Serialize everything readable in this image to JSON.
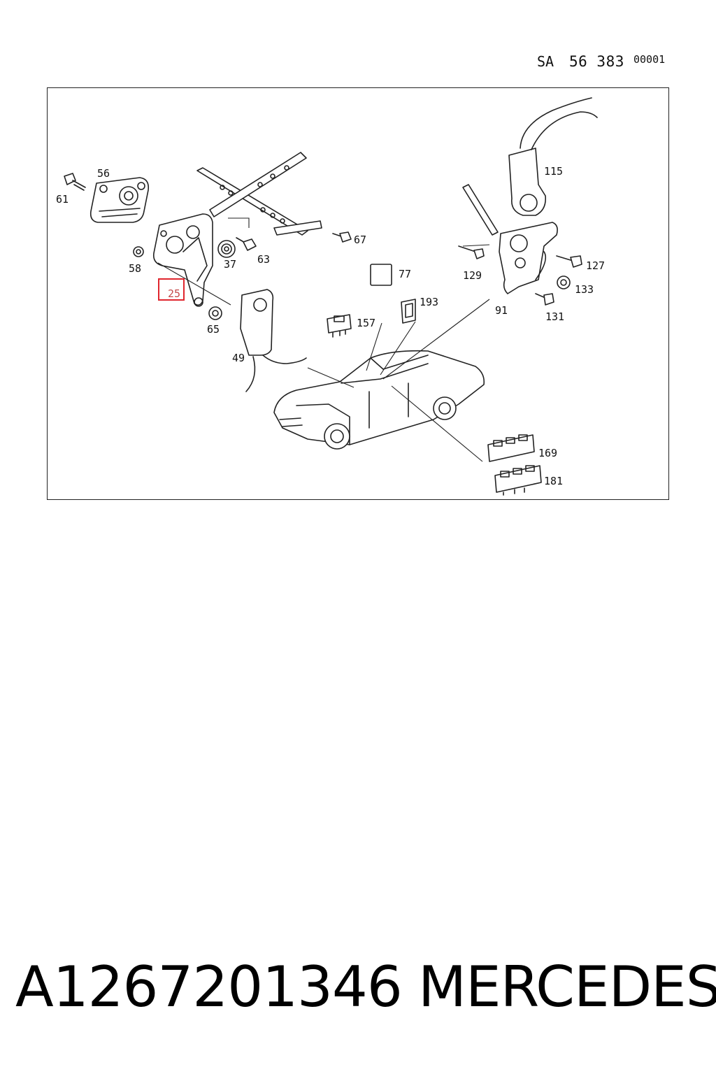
{
  "sheet_reference": {
    "prefix": "SA",
    "number": "56 383",
    "sequence": "00001"
  },
  "part_labels": [
    {
      "id": "56",
      "text": "56"
    },
    {
      "id": "61",
      "text": "61"
    },
    {
      "id": "58",
      "text": "58"
    },
    {
      "id": "25",
      "text": "25",
      "highlighted": true
    },
    {
      "id": "37",
      "text": "37"
    },
    {
      "id": "63",
      "text": "63"
    },
    {
      "id": "65",
      "text": "65"
    },
    {
      "id": "49",
      "text": "49"
    },
    {
      "id": "67",
      "text": "67"
    },
    {
      "id": "77",
      "text": "77"
    },
    {
      "id": "157",
      "text": "157"
    },
    {
      "id": "193",
      "text": "193"
    },
    {
      "id": "115",
      "text": "115"
    },
    {
      "id": "129",
      "text": "129"
    },
    {
      "id": "127",
      "text": "127"
    },
    {
      "id": "133",
      "text": "133"
    },
    {
      "id": "91",
      "text": "91"
    },
    {
      "id": "131",
      "text": "131"
    },
    {
      "id": "169",
      "text": "169"
    },
    {
      "id": "181",
      "text": "181"
    }
  ],
  "highlight_color": "#e0262e",
  "footer": {
    "part_number": "A1267201346",
    "brand": "MERCEDES"
  }
}
